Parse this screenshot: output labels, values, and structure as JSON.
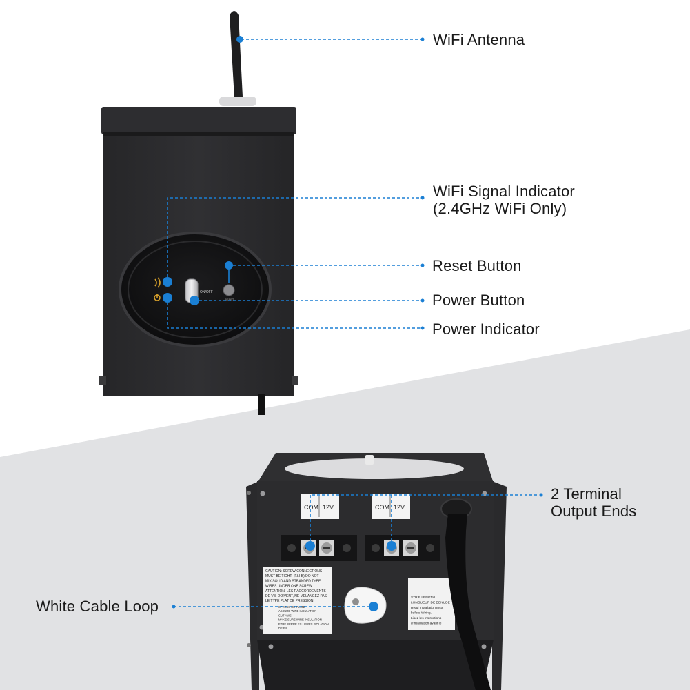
{
  "colors": {
    "accent": "#1a7fd4",
    "lower_background": "#e1e2e4",
    "device_body": "#2b2b2d"
  },
  "callouts": {
    "wifi_antenna": "WiFi Antenna",
    "wifi_signal_line1": "WiFi Signal Indicator",
    "wifi_signal_line2": "(2.4GHz WiFi Only)",
    "reset_button": "Reset Button",
    "power_button": "Power Button",
    "power_indicator": "Power Indicator",
    "terminal_line1": "2 Terminal",
    "terminal_line2": "Output Ends",
    "cable_loop": "White Cable Loop"
  },
  "device_text": {
    "on_off": "ON/OFF",
    "reset": "RESET",
    "terminal_a_com": "COM",
    "terminal_a_12v": "12V",
    "terminal_b_com": "COM",
    "terminal_b_12v": "12V",
    "caution_lines": [
      "CAUTION: SCREW CONNECTIONS",
      "MUST BE TIGHT. (F&I-B) DO NOT",
      "MIX SOLID AND STRANDED TYPE",
      "WIRES UNDER ONE SCREW",
      "ATTENTION: LES RACCORDEMENTS",
      "DE VIS DOIVENT, NE MELANGEZ PAS",
      "LE TYPE PLAT DE PRESSION"
    ],
    "caution_lines_b": [
      "SPRESS-RE-PLATE",
      "ASSURE WIRE INSULATION",
      "CUT AWS",
      "MAKE SURE WIRE INSULATION",
      "ETRE SERRE ES LIBRES ISOLATION",
      "DE FIL"
    ],
    "strip_lines": [
      "STRIP LENGTH",
      "LONGUEUR DE DENUDE",
      "Read Installation Instr.",
      "before Wiring.",
      "Lisez les instructions",
      "d'installation avant le"
    ]
  }
}
